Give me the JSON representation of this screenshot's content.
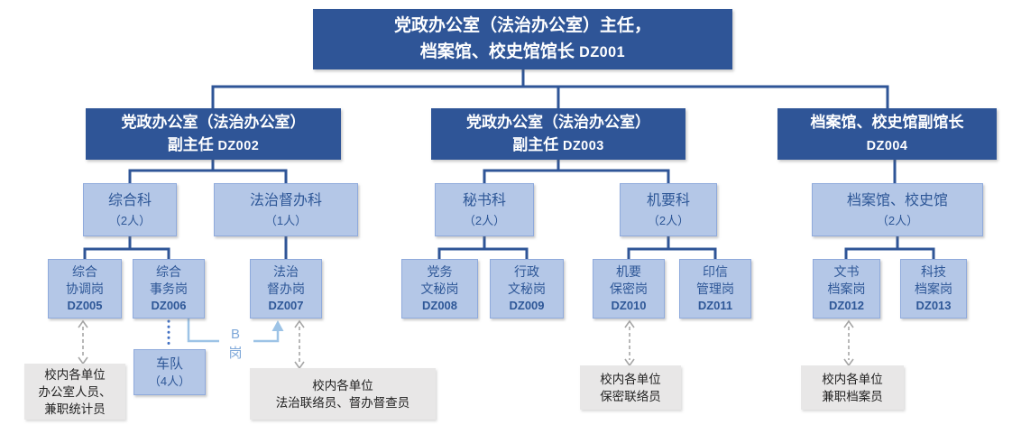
{
  "colors": {
    "dark_blue_box": "#2F5597",
    "light_blue_fill": "#B4C7E7",
    "light_blue_border": "#8FAADC",
    "light_box_text": "#2E5797",
    "gray_fill": "#E8E7E7",
    "gray_arrow": "#A6A6A6",
    "accent_light_blue": "#9DC3E6",
    "dotted_line_blue": "#4472C4"
  },
  "org": {
    "root": {
      "line1": "党政办公室（法治办公室）主任，",
      "line2": "档案馆、校史馆馆长",
      "code": "DZ001"
    },
    "deputies": [
      {
        "line1": "党政办公室（法治办公室）",
        "line2": "副主任",
        "code": "DZ002"
      },
      {
        "line1": "党政办公室（法治办公室）",
        "line2": "副主任",
        "code": "DZ003"
      },
      {
        "line1": "档案馆、校史馆副馆长",
        "line2": "",
        "code": "DZ004"
      }
    ],
    "sections": [
      {
        "name": "综合科",
        "headcount": "（2人）"
      },
      {
        "name": "法治督办科",
        "headcount": "（1人）"
      },
      {
        "name": "秘书科",
        "headcount": "（2人）"
      },
      {
        "name": "机要科",
        "headcount": "（2人）"
      },
      {
        "name": "档案馆、校史馆",
        "headcount": "（2人）"
      }
    ],
    "posts": [
      {
        "line1": "综合",
        "line2": "协调岗",
        "code": "DZ005"
      },
      {
        "line1": "综合",
        "line2": "事务岗",
        "code": "DZ006"
      },
      {
        "line1": "法治",
        "line2": "督办岗",
        "code": "DZ007"
      },
      {
        "line1": "党务",
        "line2": "文秘岗",
        "code": "DZ008"
      },
      {
        "line1": "行政",
        "line2": "文秘岗",
        "code": "DZ009"
      },
      {
        "line1": "机要",
        "line2": "保密岗",
        "code": "DZ010"
      },
      {
        "line1": "印信",
        "line2": "管理岗",
        "code": "DZ011"
      },
      {
        "line1": "文书",
        "line2": "档案岗",
        "code": "DZ012"
      },
      {
        "line1": "科技",
        "line2": "档案岗",
        "code": "DZ013"
      }
    ],
    "fleet": {
      "line1": "车队",
      "line2": "（4人）"
    },
    "b_label": {
      "line1": "B",
      "line2": "岗"
    },
    "external_groups": [
      {
        "lines": [
          "校内各单位",
          "办公室人员、",
          "兼职统计员"
        ]
      },
      {
        "lines": [
          "校内各单位",
          "法治联络员、督办督查员"
        ]
      },
      {
        "lines": [
          "校内各单位",
          "保密联络员"
        ]
      },
      {
        "lines": [
          "校内各单位",
          "兼职档案员"
        ]
      }
    ]
  }
}
